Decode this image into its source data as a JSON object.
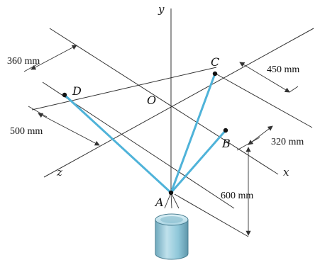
{
  "axes": {
    "x": "x",
    "y": "y",
    "z": "z"
  },
  "points": {
    "origin": "O",
    "A": "A",
    "B": "B",
    "C": "C",
    "D": "D"
  },
  "dimensions": {
    "d1": "360 mm",
    "d2": "500 mm",
    "d3": "450 mm",
    "d4": "320 mm",
    "d5": "600 mm"
  },
  "colors": {
    "cable": "#4fb3d9",
    "ink": "#111111",
    "container": "#8fc7d9"
  }
}
